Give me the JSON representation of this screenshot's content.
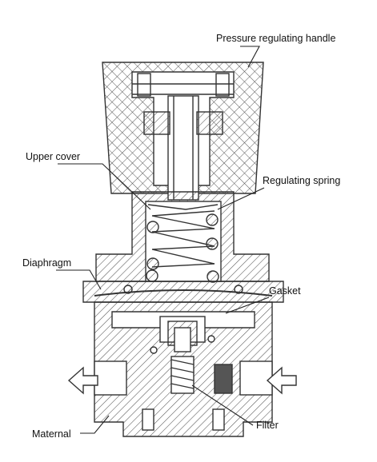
{
  "labels": {
    "handle": "Pressure regulating handle",
    "upper_cover": "Upper cover",
    "spring": "Regulating spring",
    "diaphragm": "Diaphragm",
    "gasket": "Gasket",
    "filter": "Filter",
    "material": "Maternal"
  },
  "colors": {
    "line": "#3a3a3a",
    "hatch": "#555555",
    "background": "#ffffff"
  },
  "icons": {
    "outlet_arrow": "arrow-left-outline",
    "inlet_arrow": "arrow-left-outline"
  }
}
